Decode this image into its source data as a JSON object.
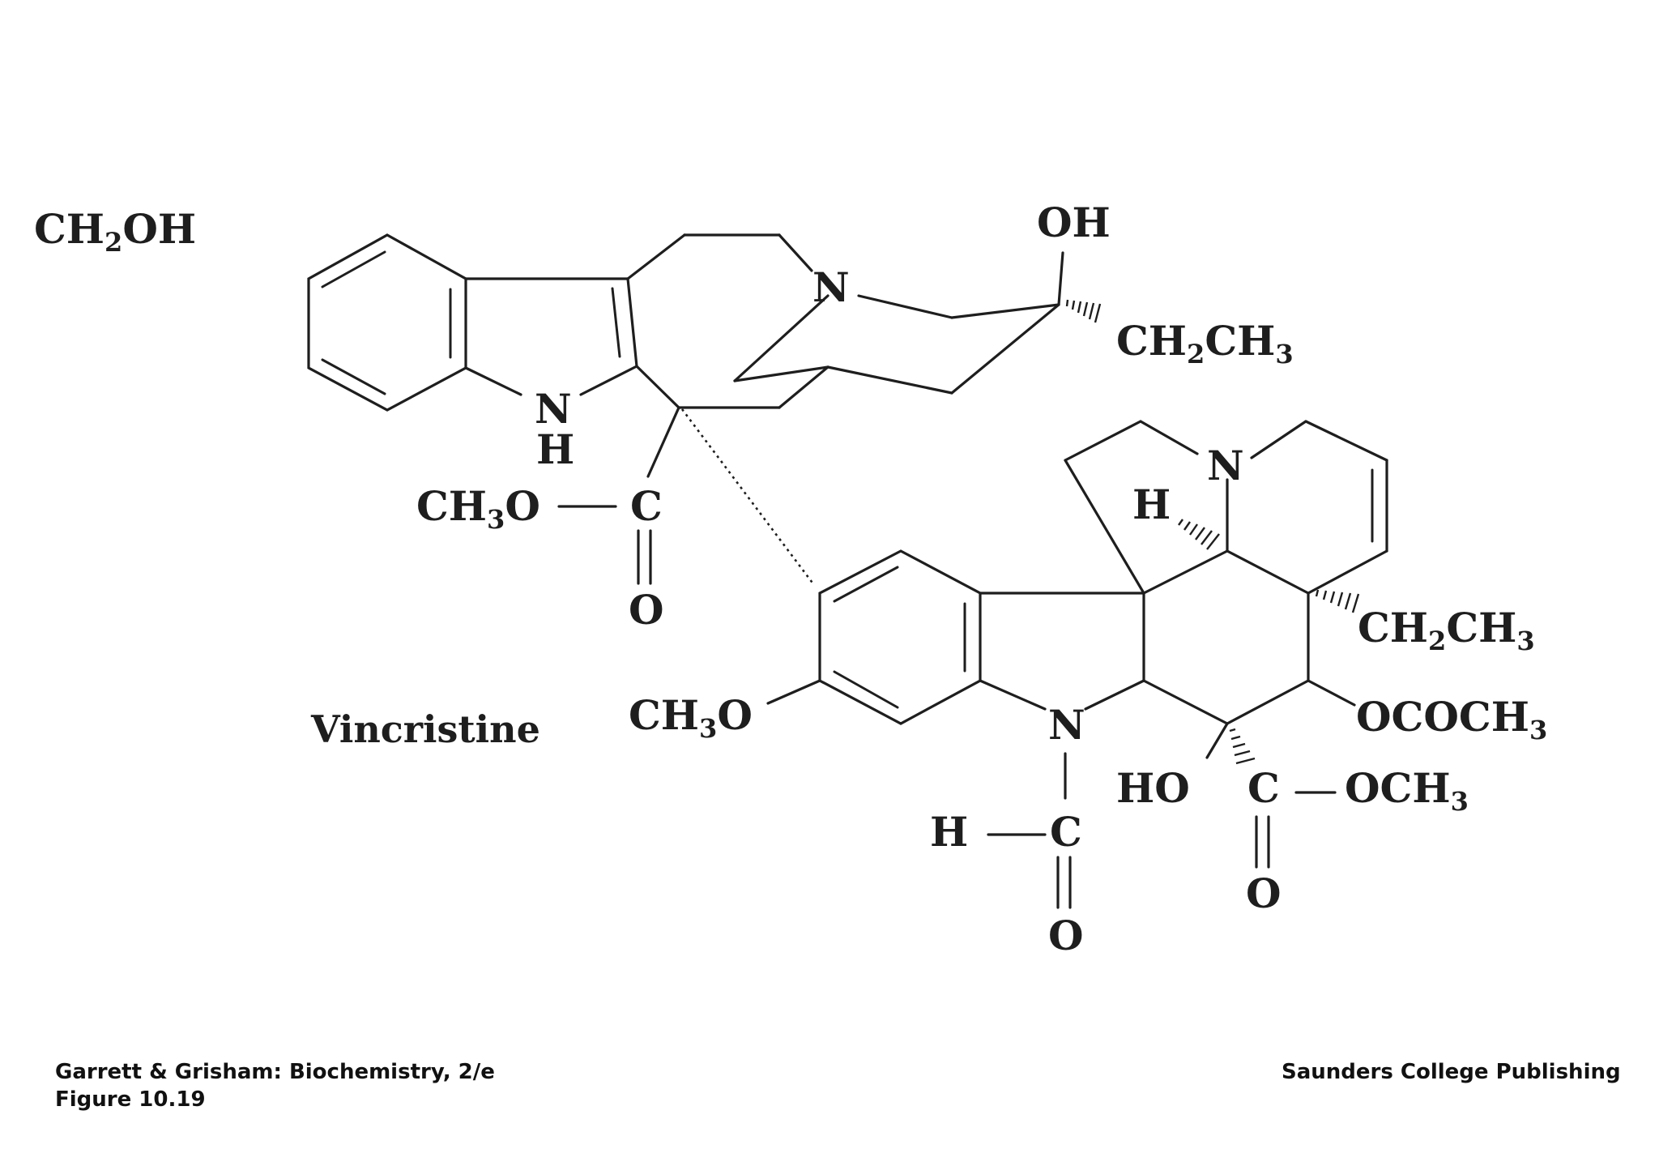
{
  "diagram": {
    "compound_name": "Vincristine",
    "free_group": "CH2OH",
    "upper_labels": {
      "hydroxyl": "OH",
      "ethyl": "CH2CH3",
      "indole_nh_n": "N",
      "indole_nh_h": "H",
      "ester_left": "CH3O",
      "ester_c": "C",
      "ester_o": "O",
      "ring_n": "N"
    },
    "lower_labels": {
      "ring_n": "N",
      "bridge_h": "H",
      "ethyl": "CH2CH3",
      "acetoxy": "OCOCH3",
      "methoxy": "CH3O",
      "indoline_n": "N",
      "hydroxyl": "HO",
      "ester_c": "C",
      "ester_och3": "OCH3",
      "ester_o": "O",
      "formyl_h": "H",
      "formyl_c": "C",
      "formyl_o": "O"
    }
  },
  "credits": {
    "book": "Garrett & Grisham: Biochemistry, 2/e",
    "figure": "Figure 10.19",
    "publisher": "Saunders College Publishing"
  }
}
